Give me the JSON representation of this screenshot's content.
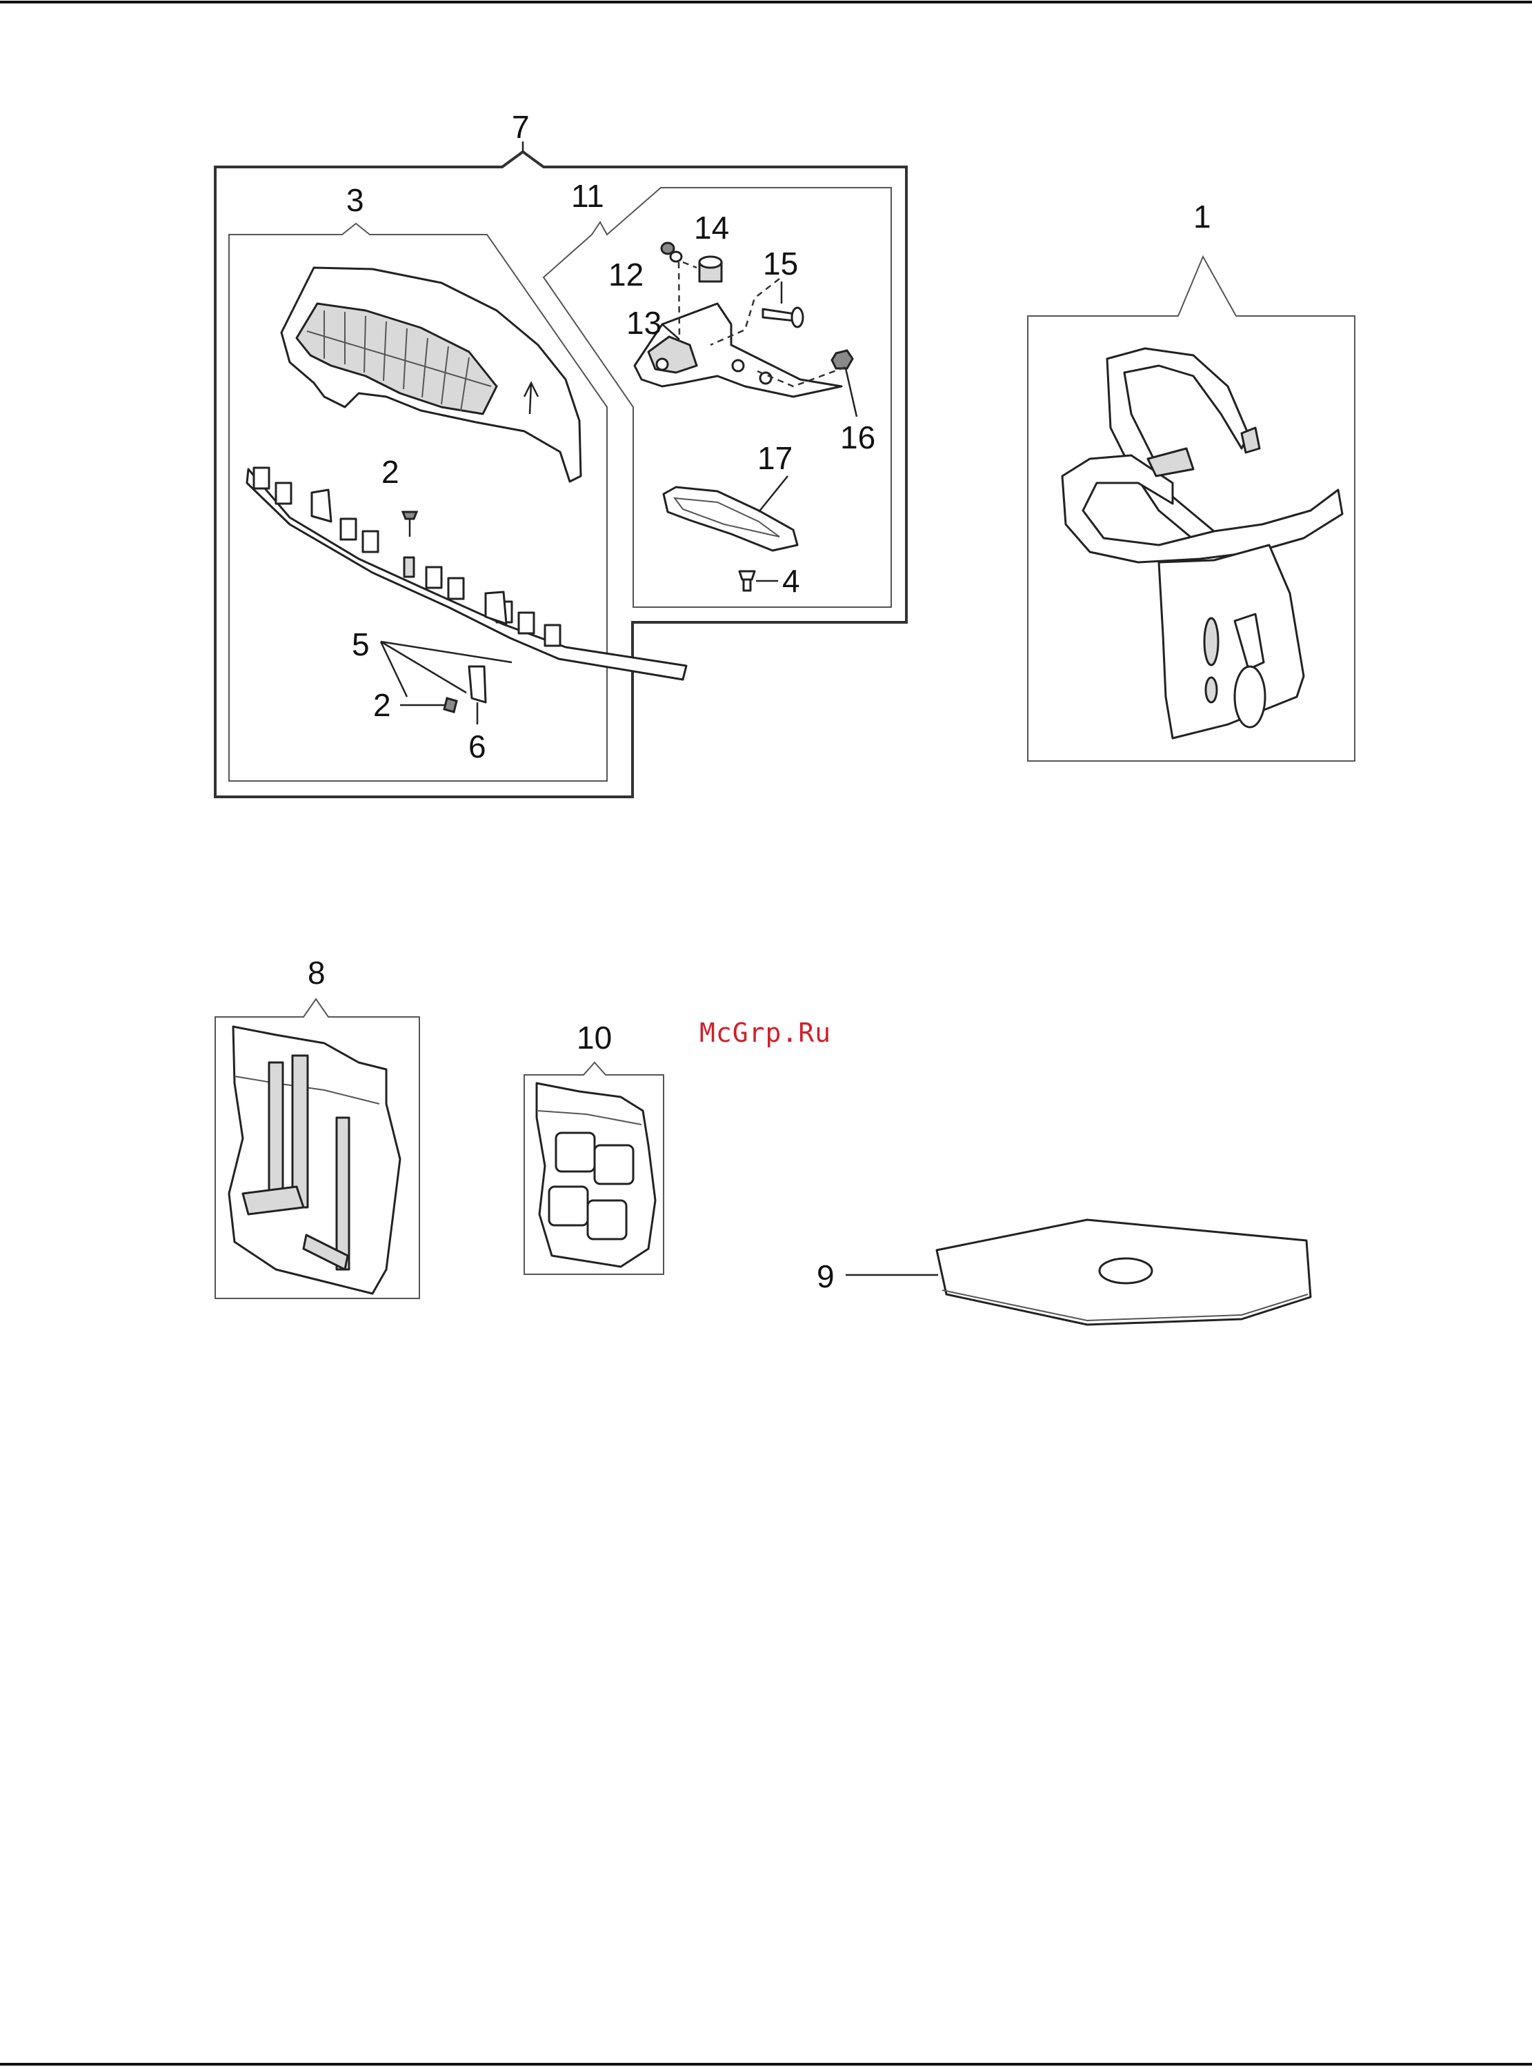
{
  "diagram": {
    "callouts": {
      "c1": "1",
      "c2a": "2",
      "c2b": "2",
      "c3": "3",
      "c4": "4",
      "c5": "5",
      "c6": "6",
      "c7": "7",
      "c8": "8",
      "c9": "9",
      "c10": "10",
      "c11": "11",
      "c12": "12",
      "c13": "13",
      "c14": "14",
      "c15": "15",
      "c16": "16",
      "c17": "17"
    },
    "watermark": "McGrp.Ru"
  },
  "colors": {
    "line": "#222222",
    "watermark": "#d0202a"
  }
}
